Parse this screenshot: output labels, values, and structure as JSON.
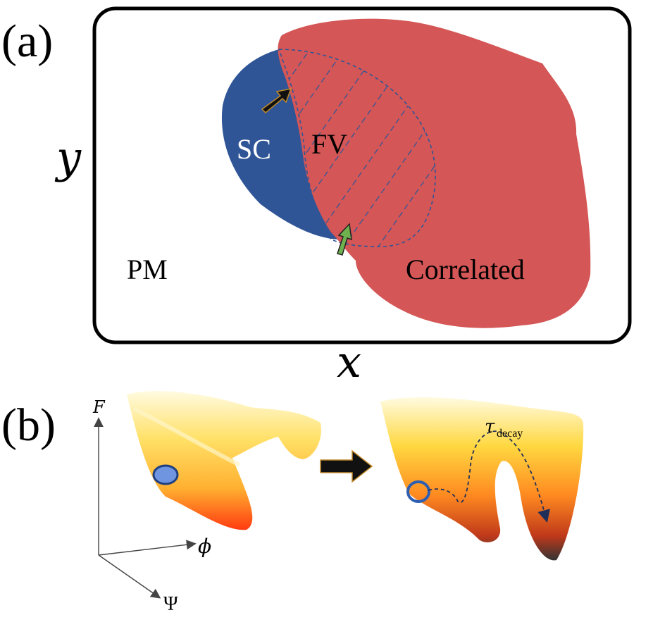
{
  "panel_a": {
    "label": "(a)",
    "x_axis_label": "x",
    "y_axis_label": "y",
    "regions": {
      "sc": "SC",
      "fv": "FV",
      "pm": "PM",
      "correlated": "Correlated"
    }
  },
  "panel_b": {
    "label": "(b)",
    "axis_f": "F",
    "axis_phi": "ϕ",
    "axis_psi": "Ψ",
    "tau_symbol": "τ",
    "tau_subscript": "decay"
  },
  "colors": {
    "sc_blue": "#2f5597",
    "correlated_red": "#d45656",
    "frame": "#000000"
  }
}
